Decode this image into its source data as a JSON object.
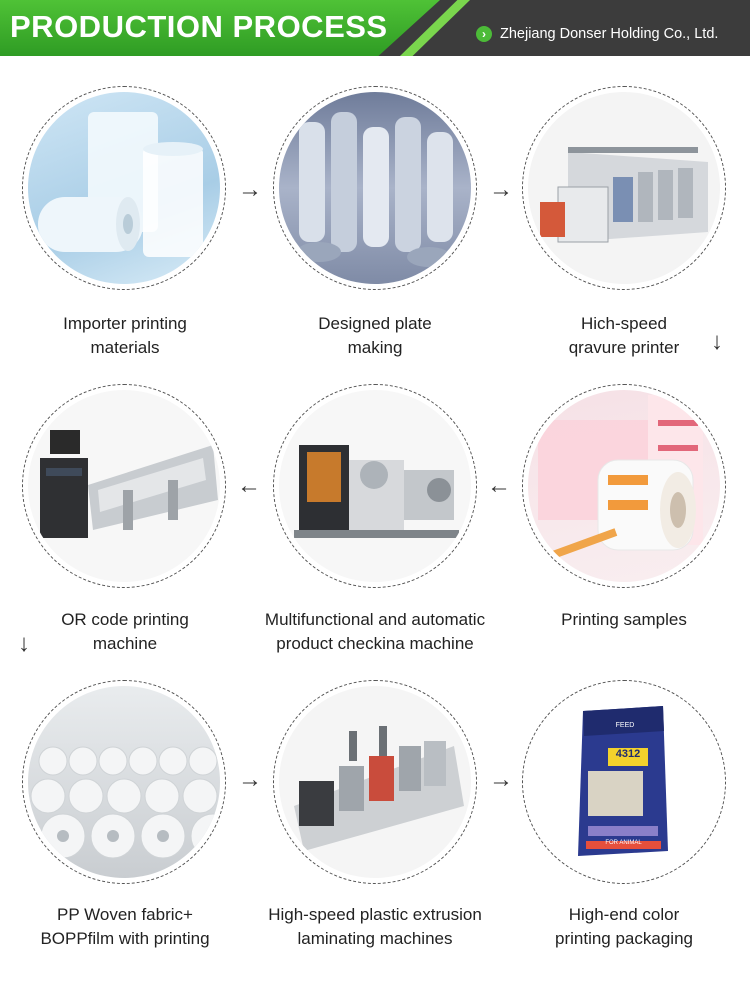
{
  "header": {
    "title": "PRODUCTION PROCESS",
    "company": "Zhejiang Donser Holding Co., Ltd.",
    "company_icon": "chevron-right-icon"
  },
  "steps": [
    {
      "line1": "Importer printing",
      "line2": "materials"
    },
    {
      "line1": "Designed plate",
      "line2": "making"
    },
    {
      "line1": "Hich-speed",
      "line2": "qravure printer"
    },
    {
      "line1": "OR code printing",
      "line2": "machine"
    },
    {
      "line1": "Multifunctional and automatic",
      "line2": "product checkina machine"
    },
    {
      "line1": "Printing samples",
      "line2": ""
    },
    {
      "line1": "PP Woven fabric+",
      "line2": "BOPPfilm with printing"
    },
    {
      "line1": "High-speed plastic extrusion",
      "line2": "laminating machines"
    },
    {
      "line1": "High-end color",
      "line2": "printing packaging"
    }
  ],
  "arrows": {
    "right": "→",
    "left": "←",
    "down": "↓"
  },
  "product_label": {
    "brand": "FEED",
    "number": "4312",
    "footer": "FOR ANIMAL"
  }
}
